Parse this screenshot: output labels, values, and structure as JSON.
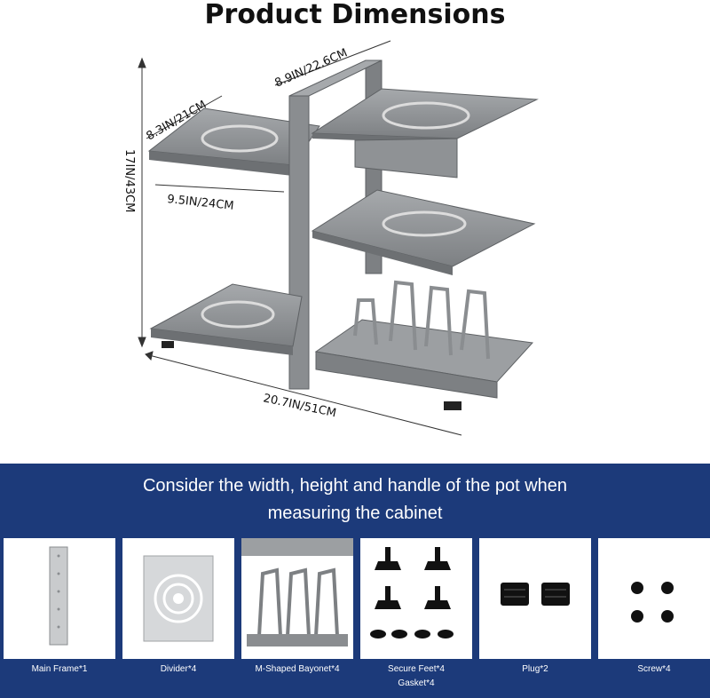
{
  "header": {
    "title": "Product Dimensions"
  },
  "dimensions": {
    "depth_top": "8.9IN/22.6CM",
    "depth_left": "8.3IN/21CM",
    "height": "17IN/43CM",
    "width_shelf": "9.5IN/24CM",
    "width_total": "20.7IN/51CM"
  },
  "banner": {
    "line1": "Consider the width, height and handle of the pot when",
    "line2": "measuring the cabinet"
  },
  "parts": [
    {
      "label": "Main Frame*1",
      "icon": "main-frame-icon"
    },
    {
      "label": "Divider*4",
      "icon": "divider-icon"
    },
    {
      "label": "M-Shaped Bayonet*4",
      "icon": "bayonet-icon"
    },
    {
      "label": "Secure Feet*4",
      "label2": "Gasket*4",
      "icon": "secure-feet-icon"
    },
    {
      "label": "Plug*2",
      "icon": "plug-icon"
    },
    {
      "label": "Screw*4",
      "icon": "screw-icon"
    }
  ],
  "colors": {
    "banner": "#1c3a7a",
    "metal": "#8a8d90",
    "metal_dark": "#5e6164"
  }
}
